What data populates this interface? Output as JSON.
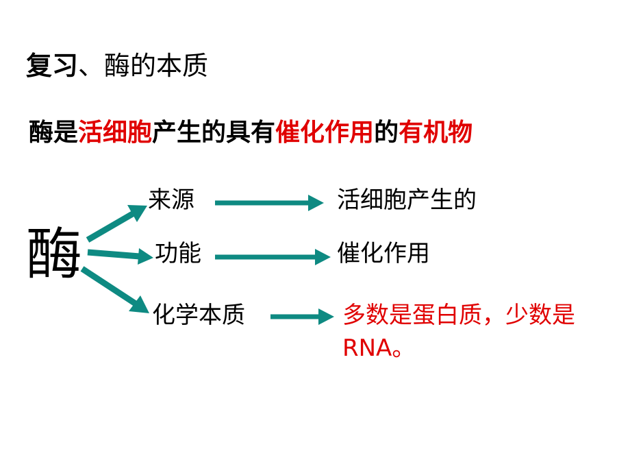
{
  "title": {
    "prefix": "复习",
    "separator": "、",
    "text": "酶的本质"
  },
  "definition": {
    "p1": "酶是",
    "r1": "活细胞",
    "p2": "产生的具有",
    "r2": "催化作用",
    "p3": "的",
    "r3": "有机物"
  },
  "center_char": "酶",
  "branches": [
    {
      "label": "来源",
      "result": "活细胞产生的"
    },
    {
      "label": "功能",
      "result": "催化作用"
    },
    {
      "label": "化学本质",
      "result": "多数是蛋白质，少数是RNA。"
    }
  ],
  "colors": {
    "arrow": "#0e8a82",
    "highlight": "#e00000"
  }
}
